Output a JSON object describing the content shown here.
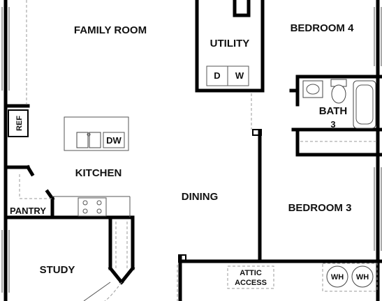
{
  "rooms": {
    "family_room": "FAMILY ROOM",
    "utility": "UTILITY",
    "bedroom4": "BEDROOM 4",
    "bath3_line1": "BATH",
    "bath3_line2": "3",
    "kitchen": "KITCHEN",
    "dining": "DINING",
    "bedroom3": "BEDROOM 3",
    "pantry": "PANTRY",
    "study": "STUDY",
    "attic_line1": "ATTIC",
    "attic_line2": "ACCESS"
  },
  "appliances": {
    "dryer": "D",
    "washer": "W",
    "refrigerator": "REF",
    "dishwasher": "DW",
    "water_heater_1": "WH",
    "water_heater_2": "WH"
  }
}
